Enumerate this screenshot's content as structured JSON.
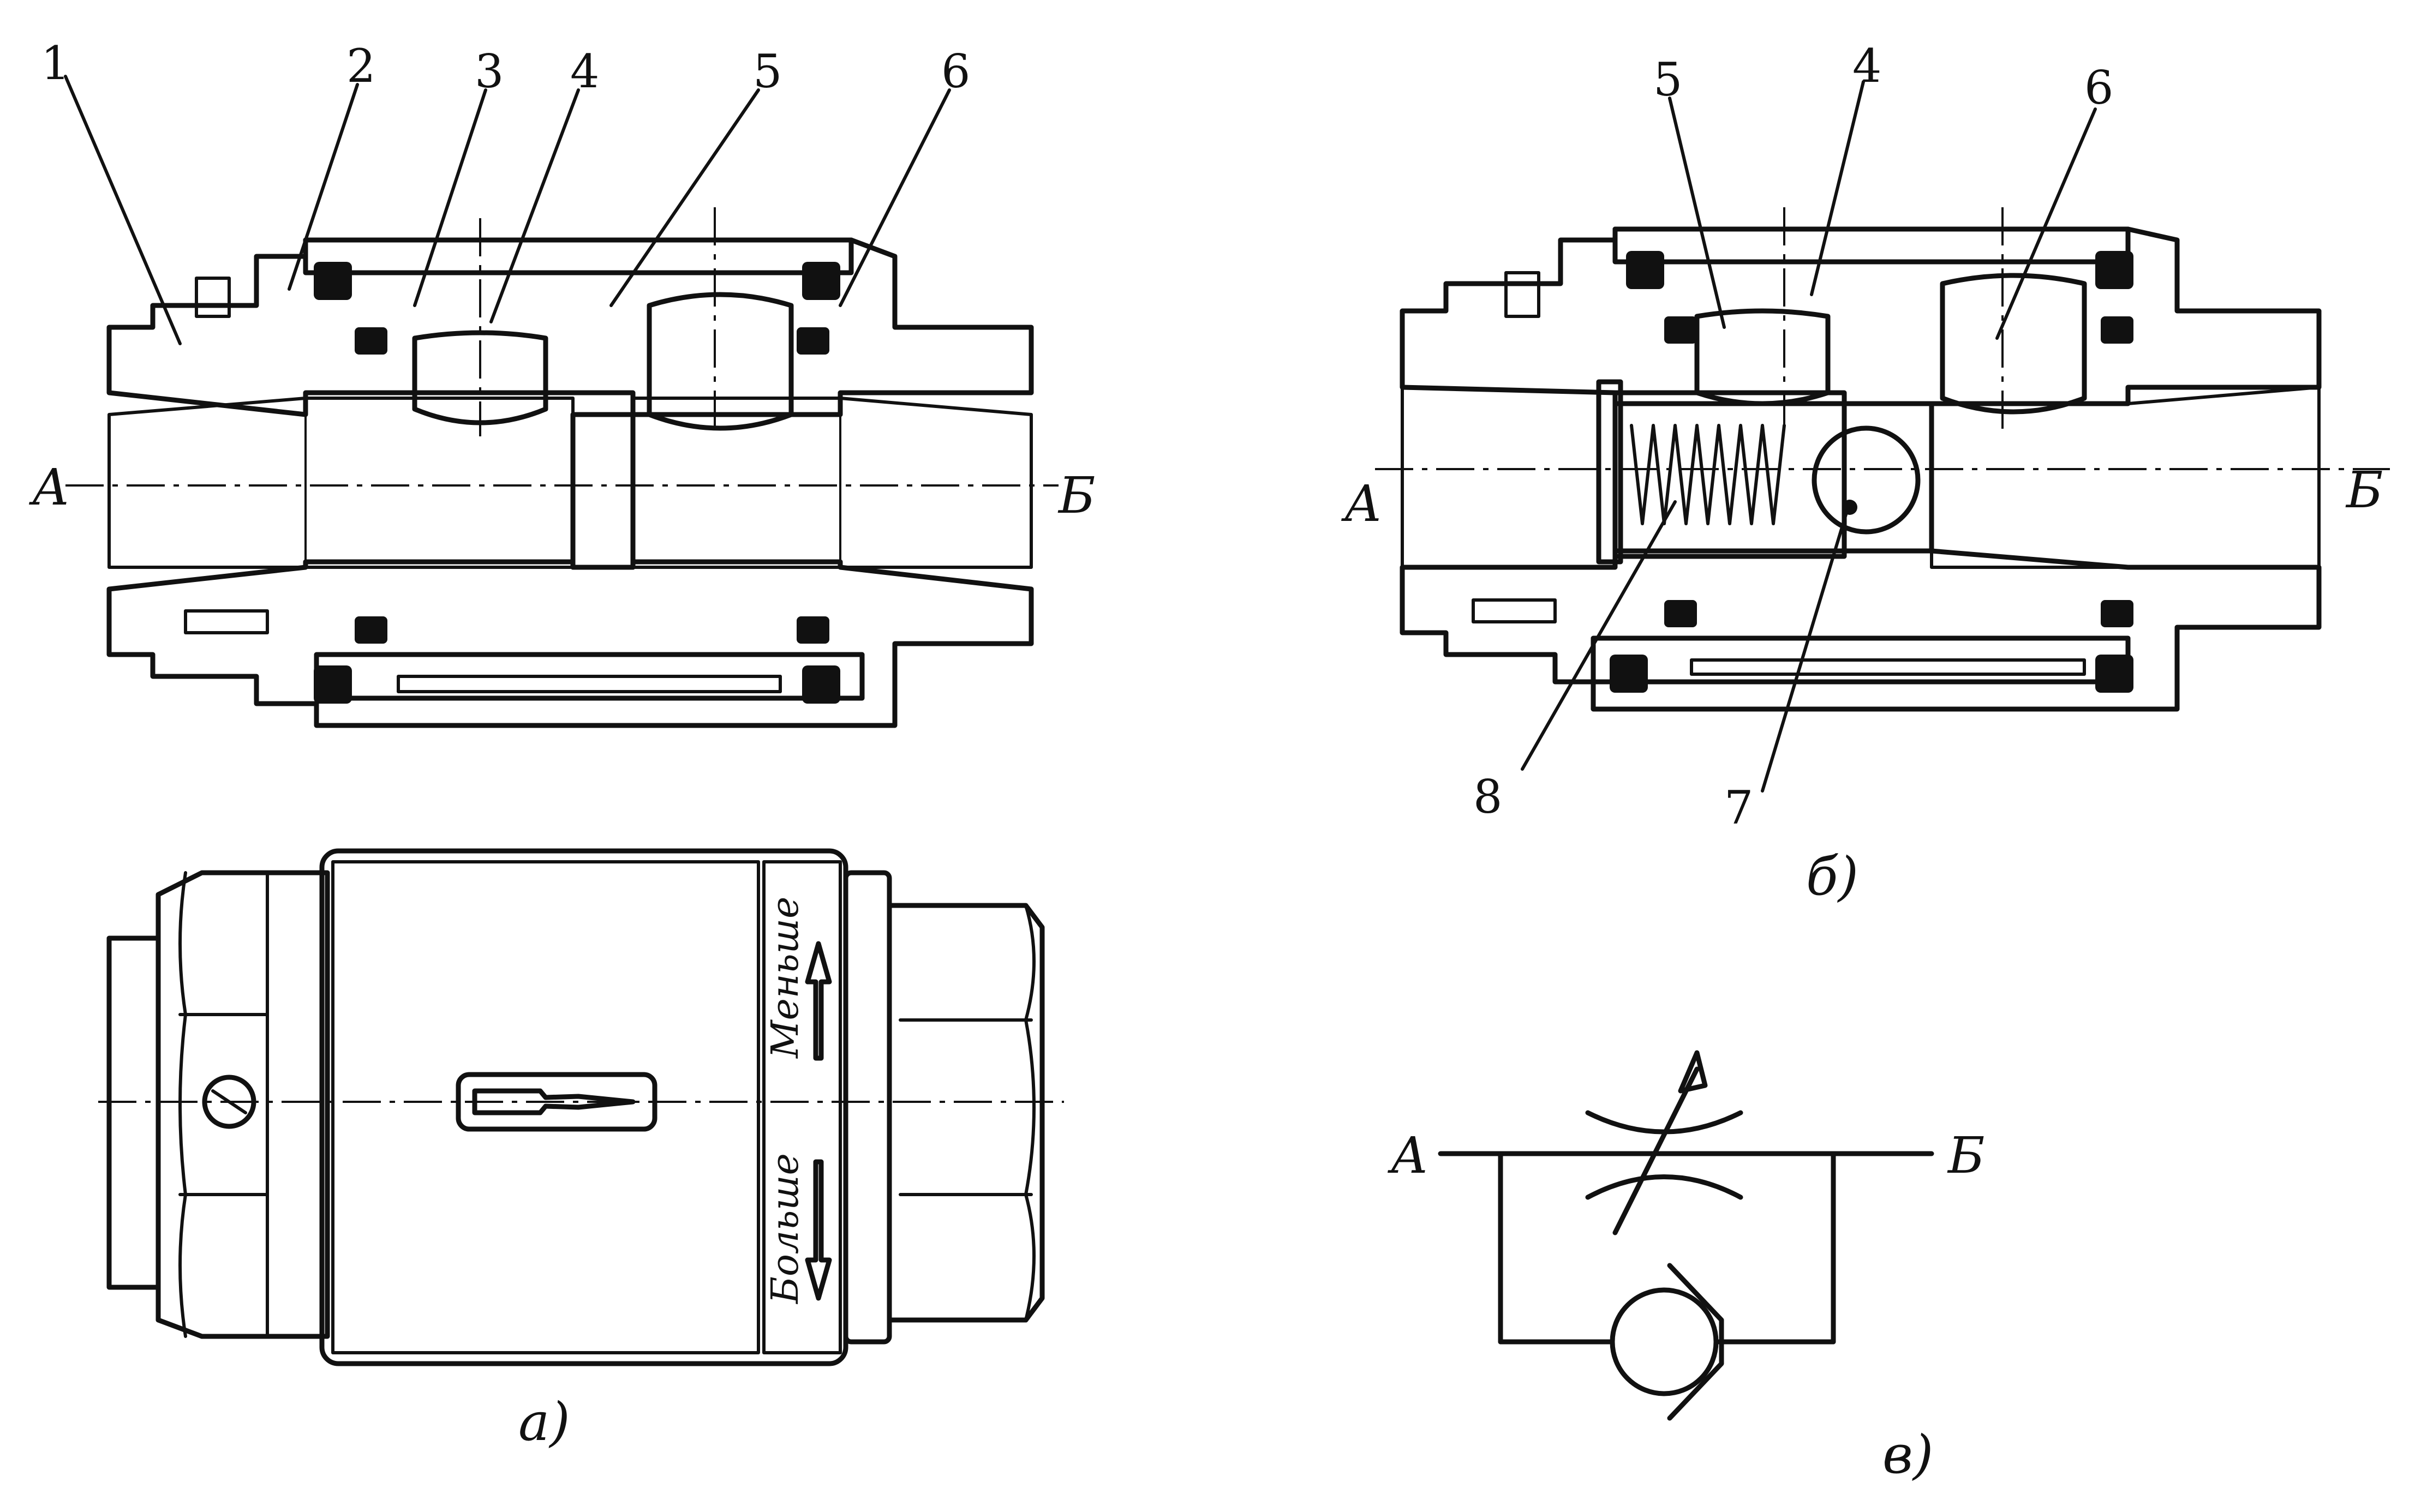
{
  "view_a": {
    "callouts": [
      "1",
      "2",
      "3",
      "4",
      "5",
      "6"
    ],
    "port_in": "A",
    "port_out": "Б",
    "caption": "а)",
    "dial_text_upper": "Меньше",
    "dial_text_lower": "Больше"
  },
  "view_b": {
    "callouts": [
      "5",
      "4",
      "6",
      "8",
      "7"
    ],
    "port_in": "A",
    "port_out": "Б",
    "caption": "б)"
  },
  "view_c": {
    "port_in": "A",
    "port_out": "Б",
    "caption": "в)"
  },
  "colors": {
    "ink": "#111111",
    "paper": "#ffffff"
  }
}
